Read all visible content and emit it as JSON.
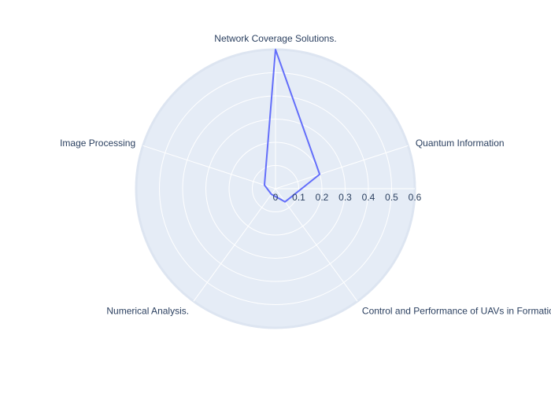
{
  "chart_data": {
    "type": "radar",
    "categories": [
      "Network Coverage Solutions.",
      "Quantum Information",
      "Control and Performance of UAVs in Formation",
      "Numerical Analysis.",
      "Image Processing"
    ],
    "series": [
      {
        "values": [
          0.6,
          0.2,
          0.07,
          0.03,
          0.05
        ]
      }
    ],
    "radial_ticks": [
      "0",
      "0.1",
      "0.2",
      "0.3",
      "0.4",
      "0.5",
      "0.6"
    ],
    "radial_range": [
      0,
      0.6
    ],
    "grid": true,
    "legend": false
  },
  "colors": {
    "polar_bg": "#e5ecf6",
    "grid": "#ffffff",
    "line": "#636efa",
    "text": "#2a3f5f"
  }
}
